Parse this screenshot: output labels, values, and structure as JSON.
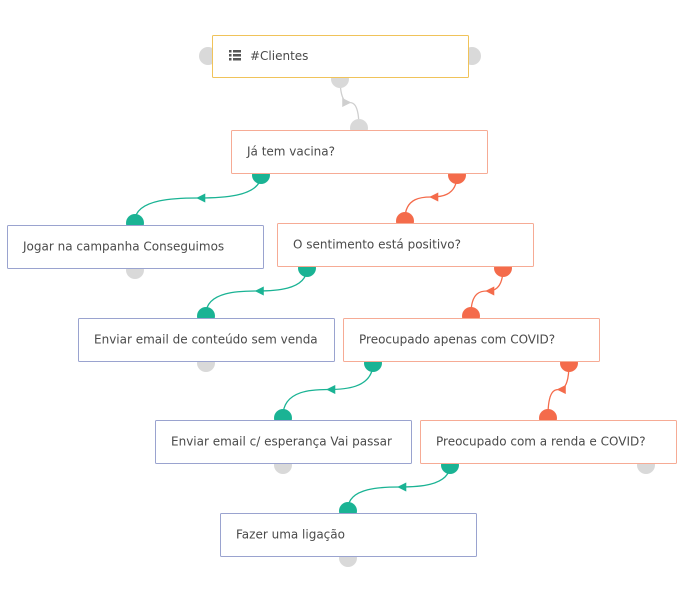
{
  "colors": {
    "source": "#f0c35a",
    "condition": "#f6ab95",
    "action": "#9aa3cf",
    "yes": "#1ab394",
    "no": "#f46b4b",
    "port": "#d9d9d9",
    "default_link": "#cfcfcf"
  },
  "nodes": [
    {
      "id": "clientes",
      "label": "#Clientes",
      "kind": "source",
      "icon": "list-icon"
    },
    {
      "id": "ja-tem-vacina",
      "label": "Já tem vacina?",
      "kind": "condition"
    },
    {
      "id": "jogar-campanha",
      "label": "Jogar na campanha Conseguimos",
      "kind": "action"
    },
    {
      "id": "sentimento-positivo",
      "label": "O sentimento está positivo?",
      "kind": "condition"
    },
    {
      "id": "enviar-email-conteudo",
      "label": "Enviar email de conteúdo sem venda",
      "kind": "action"
    },
    {
      "id": "preocupado-covid",
      "label": "Preocupado apenas com COVID?",
      "kind": "condition"
    },
    {
      "id": "enviar-email-esperanca",
      "label": "Enviar email c/ esperança Vai passar",
      "kind": "action"
    },
    {
      "id": "preocupado-renda",
      "label": "Preocupado com a renda e COVID?",
      "kind": "condition"
    },
    {
      "id": "fazer-ligacao",
      "label": "Fazer uma ligação",
      "kind": "action"
    }
  ],
  "edges": [
    {
      "from": "clientes",
      "to": "ja-tem-vacina",
      "kind": "default"
    },
    {
      "from": "ja-tem-vacina",
      "to": "jogar-campanha",
      "kind": "yes"
    },
    {
      "from": "ja-tem-vacina",
      "to": "sentimento-positivo",
      "kind": "no"
    },
    {
      "from": "sentimento-positivo",
      "to": "enviar-email-conteudo",
      "kind": "yes"
    },
    {
      "from": "sentimento-positivo",
      "to": "preocupado-covid",
      "kind": "no"
    },
    {
      "from": "preocupado-covid",
      "to": "enviar-email-esperanca",
      "kind": "yes"
    },
    {
      "from": "preocupado-covid",
      "to": "preocupado-renda",
      "kind": "no"
    },
    {
      "from": "preocupado-renda",
      "to": "fazer-ligacao",
      "kind": "yes"
    }
  ]
}
